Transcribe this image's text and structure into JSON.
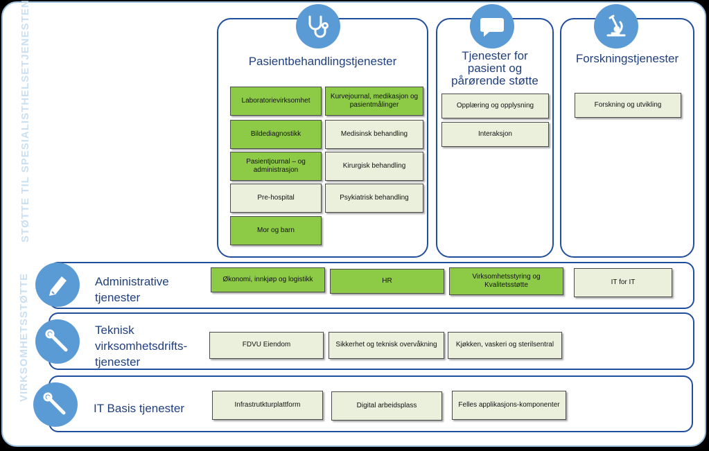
{
  "side_labels": {
    "top": "STØTTE TIL SPESIALISTHELSETJENESTEN",
    "bottom": "VIRKSOMHETSSTØTTE"
  },
  "icons": {
    "pasient": "stethoscope-icon",
    "parorende": "speech-bubble-icon",
    "forskning": "microscope-icon",
    "admin": "pencil-icon",
    "teknisk": "wrench-icon",
    "itbasis": "wrench-icon"
  },
  "colors": {
    "accent": "#5b9bd5",
    "border": "#1f4f9c",
    "green": "#8dcb47",
    "pale": "#eaf0dc"
  },
  "pasient": {
    "title": "Pasientbehandlingstjenester",
    "boxes": [
      "Laboratorievirksomhet",
      "Kurvejournal, medikasjon og pasientmålinger",
      "Bildediagnostikk",
      "Medisinsk behandling",
      "Pasientjournal – og administrasjon",
      "Kirurgisk behandling",
      "Pre-hospital",
      "Psykiatrisk behandling",
      "Mor og barn"
    ]
  },
  "parorende": {
    "title": "Tjenester for pasient og pårørende støtte",
    "boxes": [
      "Opplæring og opplysning",
      "Interaksjon"
    ]
  },
  "forskning": {
    "title": "Forskningstjenester",
    "boxes": [
      "Forskning og utvikling"
    ]
  },
  "admin": {
    "title": "Administrative tjenester",
    "boxes": [
      "Økonomi, innkjøp og logistikk",
      "HR",
      "Virksomhetsstyring og Kvalitetsstøtte",
      "IT for IT"
    ]
  },
  "teknisk": {
    "title": "Teknisk virksomhetsdrifts-tjenester",
    "boxes": [
      "FDVU Eiendom",
      "Sikkerhet og teknisk overvåkning",
      "Kjøkken, vaskeri og sterilsentral"
    ]
  },
  "itbasis": {
    "title": "IT Basis tjenester",
    "boxes": [
      "Infrastrutkturplattform",
      "Digital arbeidsplass",
      "Felles applikasjons-komponenter"
    ]
  }
}
